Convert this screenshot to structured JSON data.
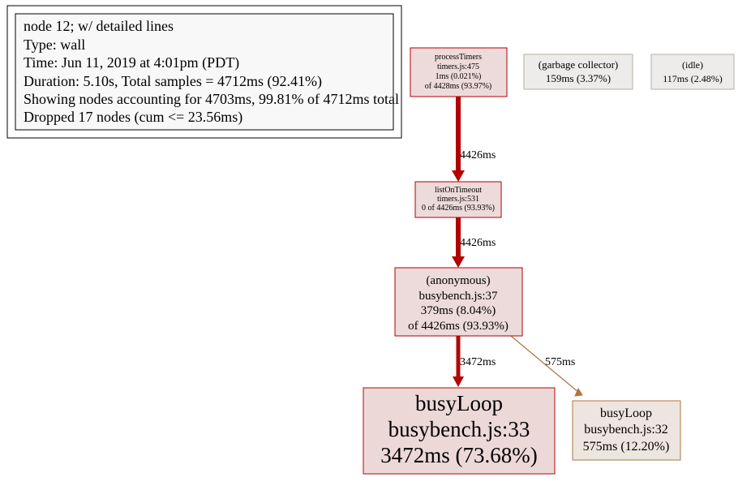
{
  "legend": {
    "lines": [
      "node 12; w/ detailed lines",
      "Type: wall",
      "Time: Jun 11, 2019 at 4:01pm (PDT)",
      "Duration: 5.10s, Total samples = 4712ms (92.41%)",
      "Showing nodes accounting for 4703ms, 99.81% of 4712ms total",
      "Dropped 17 nodes (cum <= 23.56ms)"
    ]
  },
  "nodes": {
    "processTimers": {
      "lines": [
        "processTimers",
        "timers.js:475",
        "1ms (0.021%)",
        "of 4428ms (93.97%)"
      ],
      "fill": "#eddada",
      "stroke": "#b20000"
    },
    "garbage_collector": {
      "lines": [
        "(garbage collector)",
        "159ms (3.37%)"
      ],
      "fill": "#edecea",
      "stroke": "#b2aea3"
    },
    "idle": {
      "lines": [
        "(idle)",
        "117ms (2.48%)"
      ],
      "fill": "#edecea",
      "stroke": "#b2afa6"
    },
    "listOnTimeout": {
      "lines": [
        "listOnTimeout",
        "timers.js:531",
        "0 of 4426ms (93.93%)"
      ],
      "fill": "#eddada",
      "stroke": "#b20000"
    },
    "anonymous": {
      "lines": [
        "(anonymous)",
        "busybench.js:37",
        "379ms (8.04%)",
        "of 4426ms (93.93%)"
      ],
      "fill": "#eddada",
      "stroke": "#b20000"
    },
    "busyLoop33": {
      "lines": [
        "busyLoop",
        "busybench.js:33",
        "3472ms (73.68%)"
      ],
      "fill": "#edd8d8",
      "stroke": "#b20800"
    },
    "busyLoop32": {
      "lines": [
        "busyLoop",
        "busybench.js:32",
        "575ms (12.20%)"
      ],
      "fill": "#ede5df",
      "stroke": "#b27541"
    }
  },
  "edges": {
    "processTimers_listOnTimeout": {
      "label": "4426ms",
      "color": "#b20000"
    },
    "listOnTimeout_anonymous": {
      "label": "4426ms",
      "color": "#b20000"
    },
    "anonymous_busyLoop33": {
      "label": "3472ms",
      "color": "#b20800"
    },
    "anonymous_busyLoop32": {
      "label": "575ms",
      "color": "#b27541"
    }
  }
}
